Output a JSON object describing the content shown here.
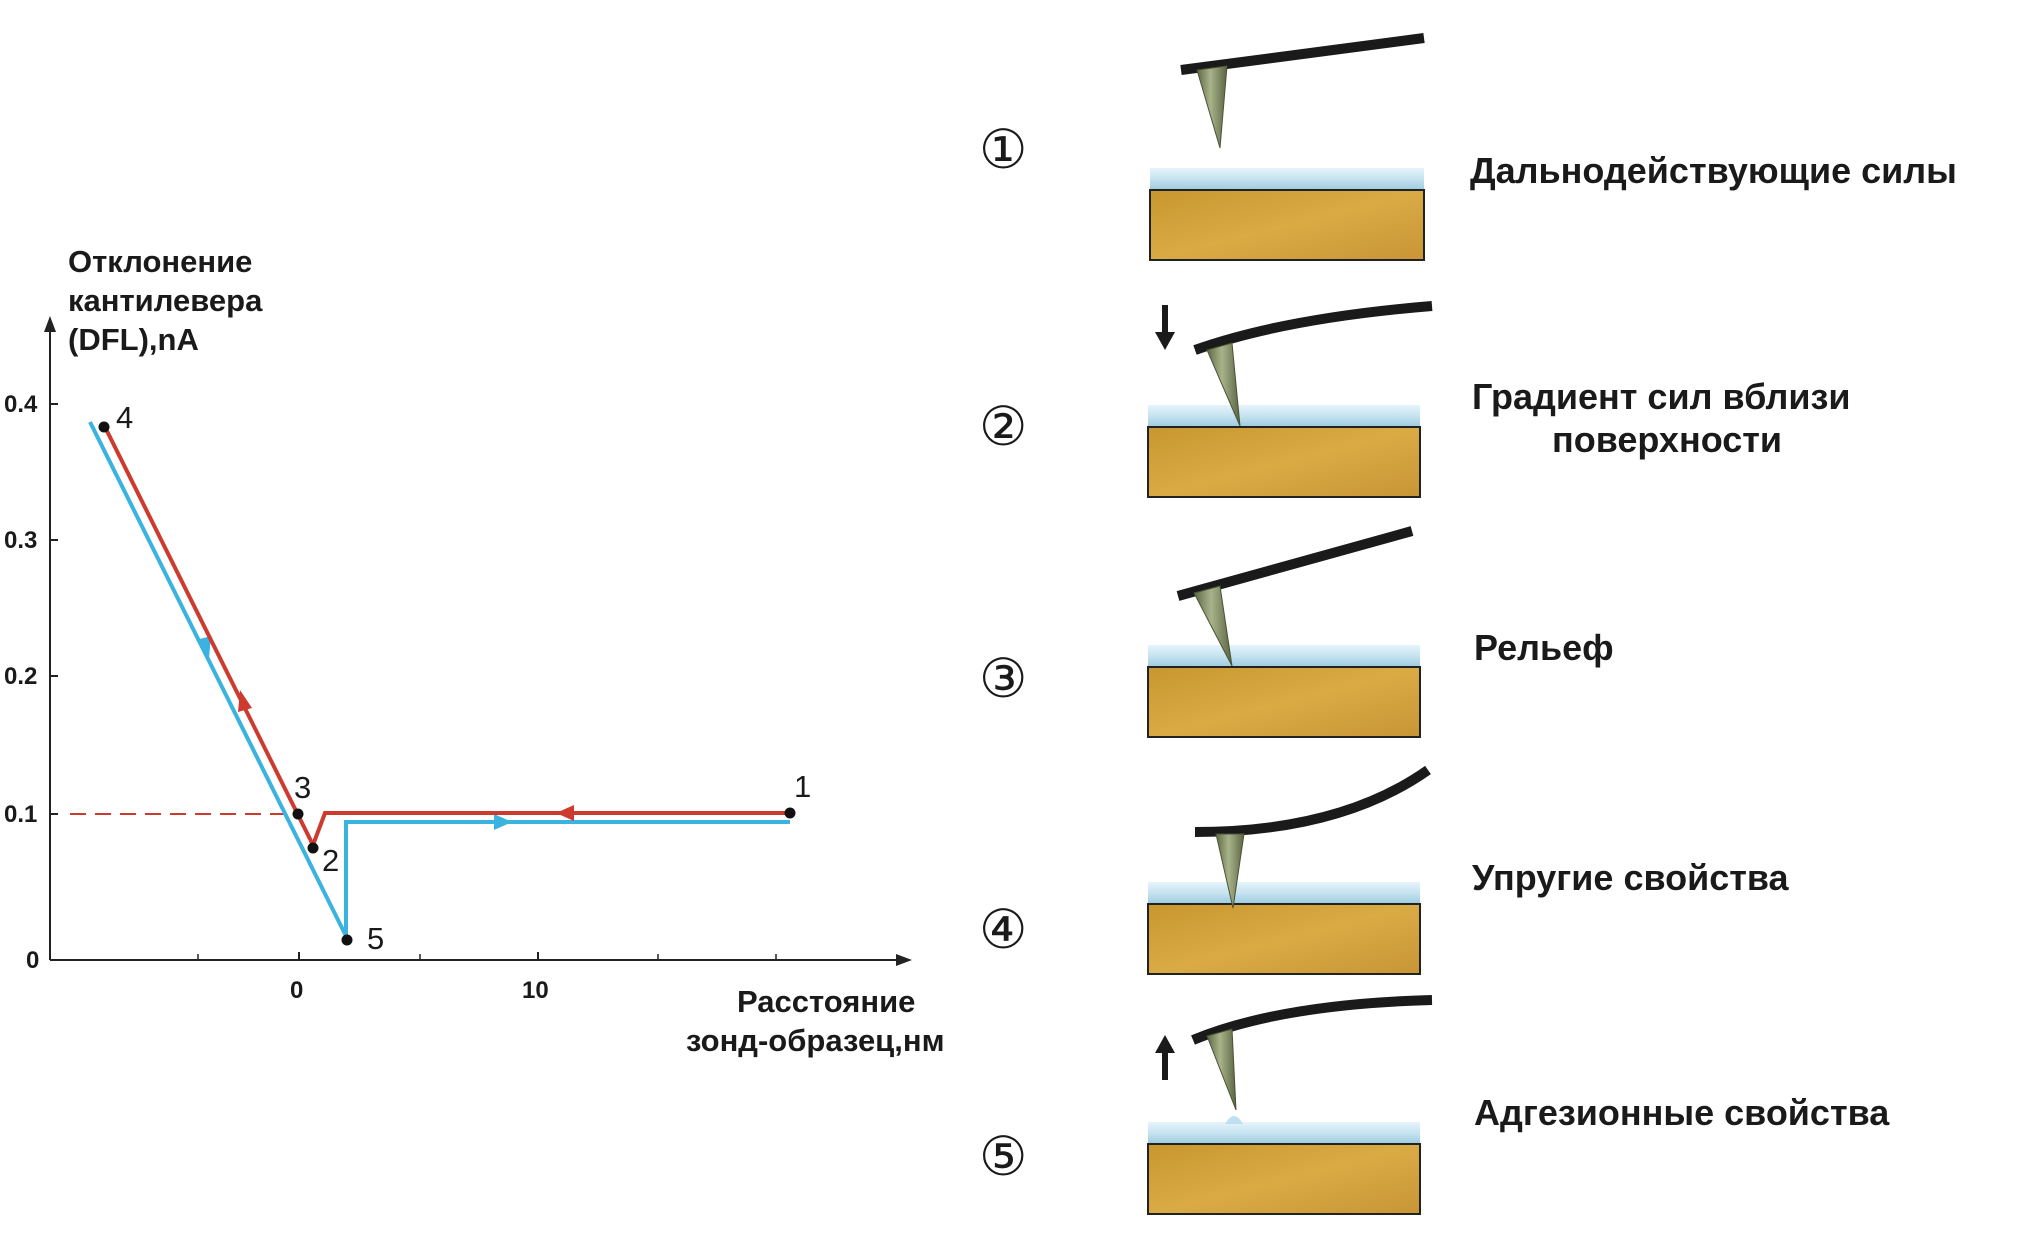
{
  "graph": {
    "y_label_lines": [
      "Отклонение",
      "кантилевера",
      "(DFL),nA"
    ],
    "x_label_lines": [
      "Расстояние",
      "зонд-образец,нм"
    ],
    "y_ticks": [
      "0.4",
      "0.3",
      "0.2",
      "0.1",
      "0"
    ],
    "x_ticks": [
      "0",
      "10"
    ],
    "point_labels": [
      "1",
      "2",
      "3",
      "4",
      "5"
    ],
    "colors": {
      "approach": "#3ab3e0",
      "retract": "#cc3b2e",
      "axis": "#222222"
    }
  },
  "stages": [
    {
      "number": "①",
      "label_lines": [
        "Дальнодействующие  силы"
      ]
    },
    {
      "number": "②",
      "label_lines": [
        "Градиент сил вблизи",
        "поверхности"
      ]
    },
    {
      "number": "③",
      "label_lines": [
        "Рельеф"
      ]
    },
    {
      "number": "④",
      "label_lines": [
        "Упругие свойства"
      ]
    },
    {
      "number": "⑤",
      "label_lines": [
        "Адгезионные свойства"
      ]
    }
  ],
  "colors": {
    "substrate": "#d4a640",
    "water_layer": "#c9e6f2",
    "cantilever": "#1a1a1a",
    "tip": "#7f8a63"
  },
  "icons": [
    "arrow-down-icon",
    "arrow-up-icon"
  ]
}
